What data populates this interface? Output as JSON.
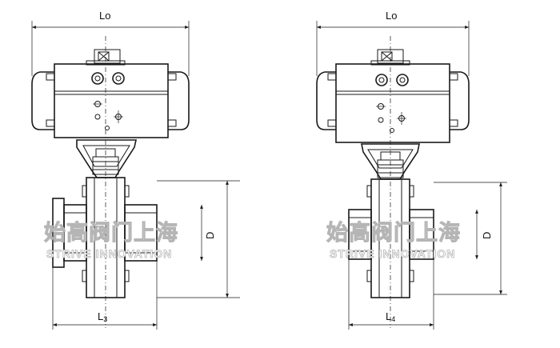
{
  "views": [
    {
      "name": "left-view",
      "width_label": "Lo",
      "length_label": "L3",
      "length_main": "L",
      "length_sub": "3",
      "diameter_label": "D"
    },
    {
      "name": "right-view",
      "width_label": "Lo",
      "length_label": "L4",
      "length_main": "L",
      "length_sub": "4",
      "diameter_label": "D"
    }
  ],
  "watermark": {
    "text_cn": "始高阀门上海",
    "text_en": "STRIVE INNOVATION"
  }
}
